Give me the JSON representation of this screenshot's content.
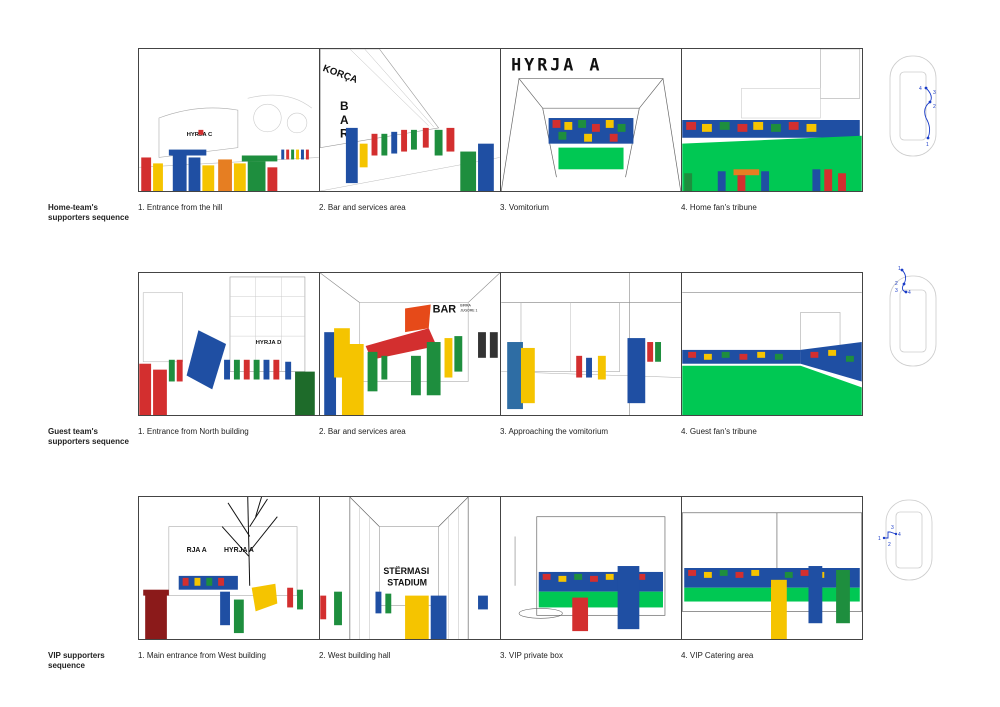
{
  "rows": [
    {
      "title_line1": "Home-team's",
      "title_line2": "supporters sequence",
      "captions": [
        "1. Entrance from the hill",
        "2. Bar and services area",
        "3. Vomitorium",
        "4. Home fan's tribune"
      ]
    },
    {
      "title_line1": "Guest  team's",
      "title_line2": "supporters sequence",
      "captions": [
        "1. Entrance from North building",
        "2. Bar and services area",
        "3. Approaching the vomitorium",
        "4. Guest fan's tribune"
      ]
    },
    {
      "title_line1": "VIP supporters",
      "title_line2": "sequence",
      "captions": [
        "1. Main entrance from West building",
        "2. West building hall",
        "3. VIP private box",
        "4. VIP Catering area"
      ]
    }
  ],
  "signs": {
    "hyrja_c": "HYRJA C",
    "korca": "KORÇA",
    "bar_vertical": [
      "B",
      "A",
      "R"
    ],
    "hyrja_a_big": "HYRJA A",
    "hyrja_d": "HYRJA D",
    "bar": "BAR",
    "bar_sub1": "BIRRA",
    "bar_sub2": "JUGORE 1",
    "rja_a": "RJA A",
    "hyrja_a": "HYRJA A",
    "stermasi_1": "STËRMASI",
    "stermasi_2": "STADIUM"
  },
  "minimaps": [
    {
      "labels": [
        "1",
        "2",
        "3",
        "4"
      ]
    },
    {
      "labels": [
        "1",
        "2",
        "3",
        "4"
      ]
    },
    {
      "labels": [
        "1",
        "2",
        "3",
        "4"
      ]
    }
  ],
  "colors": {
    "pitch": "#00c853",
    "red": "#d32f2f",
    "yellow": "#f5c400",
    "blue": "#1f4fa3",
    "green": "#1e8e3e",
    "route": "#1a3cc8"
  }
}
